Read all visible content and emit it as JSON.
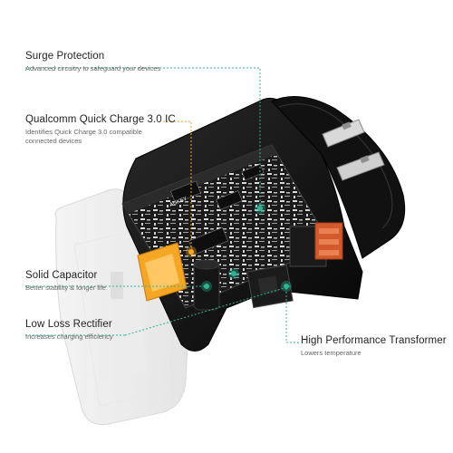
{
  "colors": {
    "teal": "#2bb594",
    "orange": "#f5a623",
    "title_text": "#222222",
    "desc_text": "#666666",
    "board": "#1a1a1a",
    "housing": "#0b0b0b"
  },
  "features": {
    "surge": {
      "title": "Surge Protection",
      "desc": "Advanced circuitry to safeguard your devices"
    },
    "qc": {
      "title": "Qualcomm Quick Charge 3.0 IC",
      "desc_line1": "Identifies Quick Charge 3.0 compatible",
      "desc_line2": "connected devices"
    },
    "capacitor": {
      "title": "Solid Capacitor",
      "desc": "Better stability & longer life"
    },
    "rectifier": {
      "title": "Low Loss Rectifier",
      "desc": "Increases charging efficiency"
    },
    "transformer": {
      "title": "High Performance Transformer",
      "desc": "Lowers temperature"
    }
  },
  "board_marking": "AUKEY",
  "icons": [
    "callout-dot-icon",
    "us-plug-prong-icon",
    "usb-port-icon"
  ]
}
